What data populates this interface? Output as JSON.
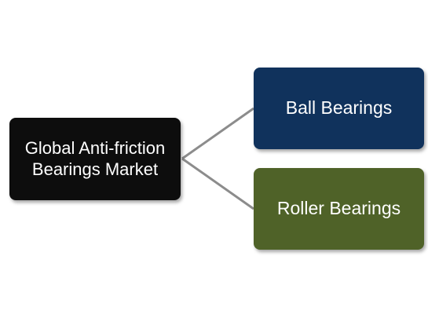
{
  "diagram": {
    "root": {
      "label": "Global Anti-friction Bearings Market",
      "color": "#0d0d0d"
    },
    "children": [
      {
        "label": "Ball Bearings",
        "color": "#10325c"
      },
      {
        "label": "Roller Bearings",
        "color": "#4f6228"
      }
    ],
    "connector_color": "#8c8c8c"
  }
}
